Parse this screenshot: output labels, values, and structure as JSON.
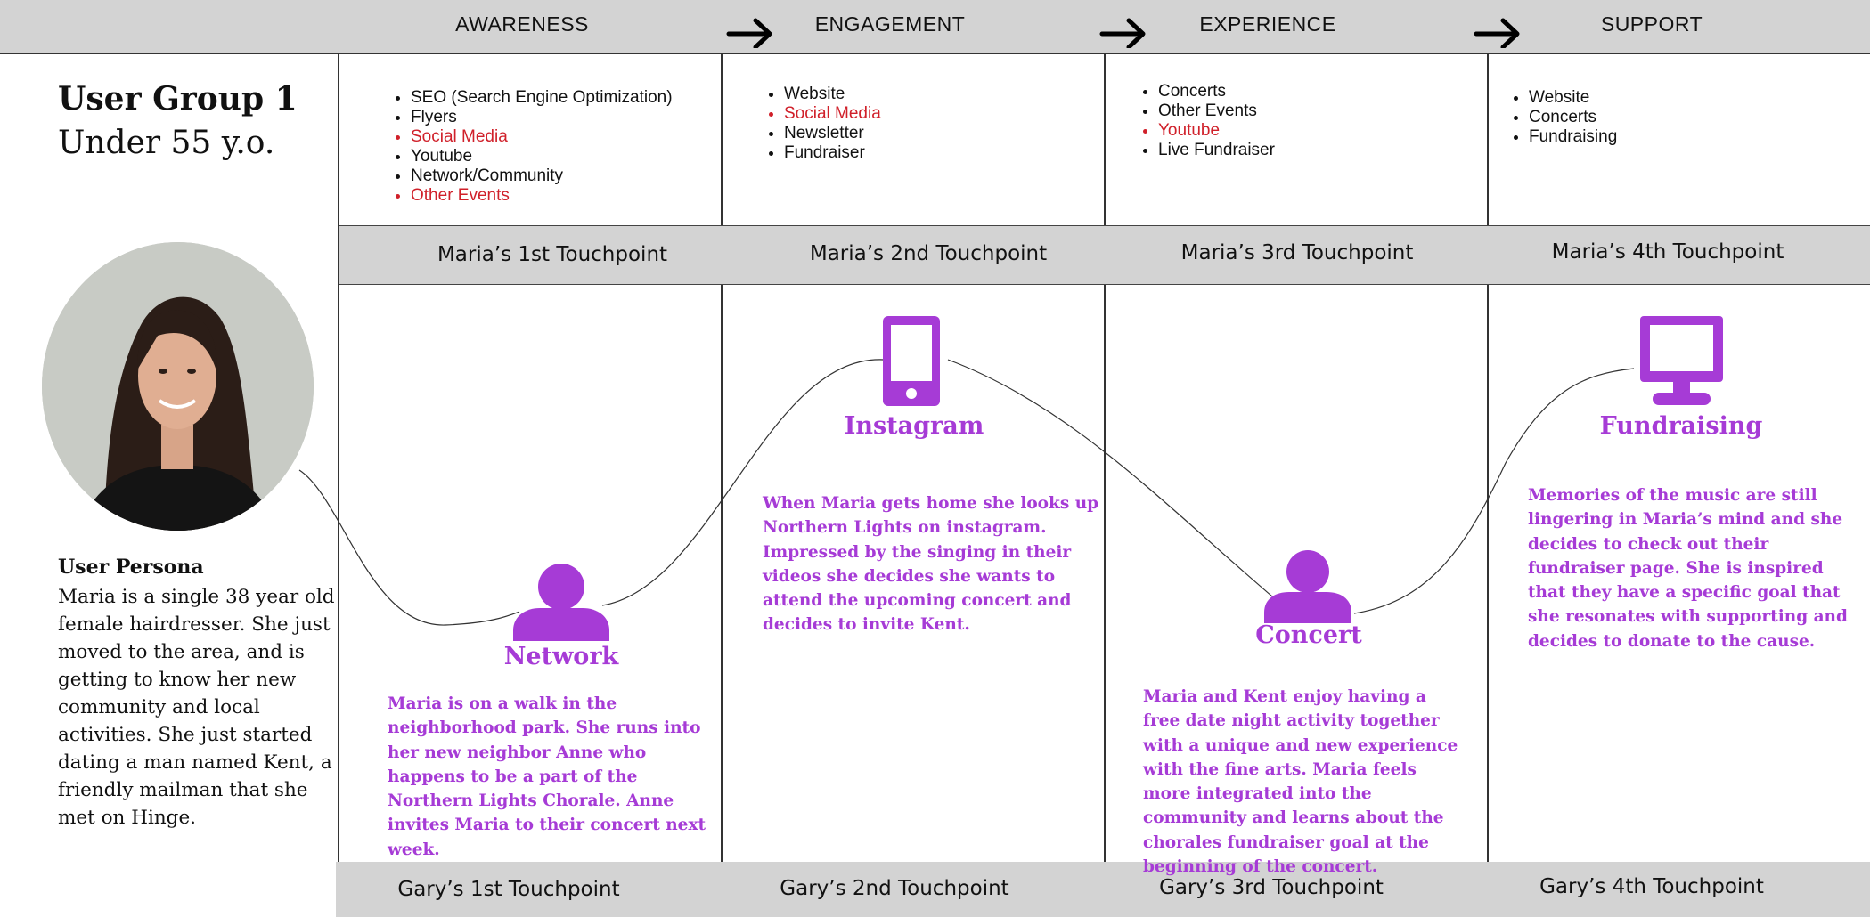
{
  "stages": [
    "AWARENESS",
    "ENGAGEMENT",
    "EXPERIENCE",
    "SUPPORT"
  ],
  "user_group": {
    "title": "User Group 1",
    "subtitle": "Under 55 y.o."
  },
  "persona": {
    "heading": "User Persona",
    "text": "Maria is a single 38 year old female hairdresser. She just moved to the area, and is getting to know her new community and local activities. She just started dating a man named Kent, a friendly mailman that she met on Hinge."
  },
  "channels": {
    "awareness": [
      {
        "text": "SEO (Search Engine Optimization)",
        "highlight": false
      },
      {
        "text": "Flyers",
        "highlight": false
      },
      {
        "text": "Social Media",
        "highlight": true
      },
      {
        "text": "Youtube",
        "highlight": false
      },
      {
        "text": "Network/Community",
        "highlight": false
      },
      {
        "text": "Other Events",
        "highlight": true
      }
    ],
    "engagement": [
      {
        "text": "Website",
        "highlight": false
      },
      {
        "text": "Social Media",
        "highlight": true
      },
      {
        "text": "Newsletter",
        "highlight": false
      },
      {
        "text": "Fundraiser",
        "highlight": false
      }
    ],
    "experience": [
      {
        "text": "Concerts",
        "highlight": false
      },
      {
        "text": "Other Events",
        "highlight": false
      },
      {
        "text": "Youtube",
        "highlight": true
      },
      {
        "text": "Live Fundraiser",
        "highlight": false
      }
    ],
    "support": [
      {
        "text": "Website",
        "highlight": false
      },
      {
        "text": "Concerts",
        "highlight": false
      },
      {
        "text": "Fundraising",
        "highlight": false
      }
    ]
  },
  "maria_touchpoints": [
    "Maria’s 1st Touchpoint",
    "Maria’s 2nd Touchpoint",
    "Maria’s 3rd Touchpoint",
    "Maria’s 4th Touchpoint"
  ],
  "gary_touchpoints": [
    "Gary’s 1st Touchpoint",
    "Gary’s 2nd Touchpoint",
    "Gary’s 3rd Touchpoint",
    "Gary’s 4th Touchpoint"
  ],
  "journey": [
    {
      "icon": "person-icon",
      "name": "Network",
      "text": "Maria is on a walk in the neighborhood park. She runs into her new neighbor Anne who happens to be a part of the Northern Lights Chorale. Anne invites Maria to their concert next week."
    },
    {
      "icon": "phone-icon",
      "name": "Instagram",
      "text": "When Maria gets home she looks up Northern Lights on instagram. Impressed by the singing in their videos she decides she wants to attend the upcoming concert and decides to invite Kent."
    },
    {
      "icon": "person-icon",
      "name": "Concert",
      "text": "Maria and Kent enjoy having a free date night activity together with a unique and new experience with the fine arts. Maria feels more integrated into the community and learns about the chorales fundraiser goal at the beginning of the concert."
    },
    {
      "icon": "monitor-icon",
      "name": "Fundraising",
      "text": "Memories of the music are still lingering in Maria’s mind and she decides to check out their fundraiser page. She is inspired that they have a specific goal that she resonates with supporting and decides to donate to the cause."
    }
  ],
  "colors": {
    "accent": "#a63bd6",
    "highlight": "#d0202a",
    "bar": "#d3d3d3",
    "line": "#333333"
  }
}
